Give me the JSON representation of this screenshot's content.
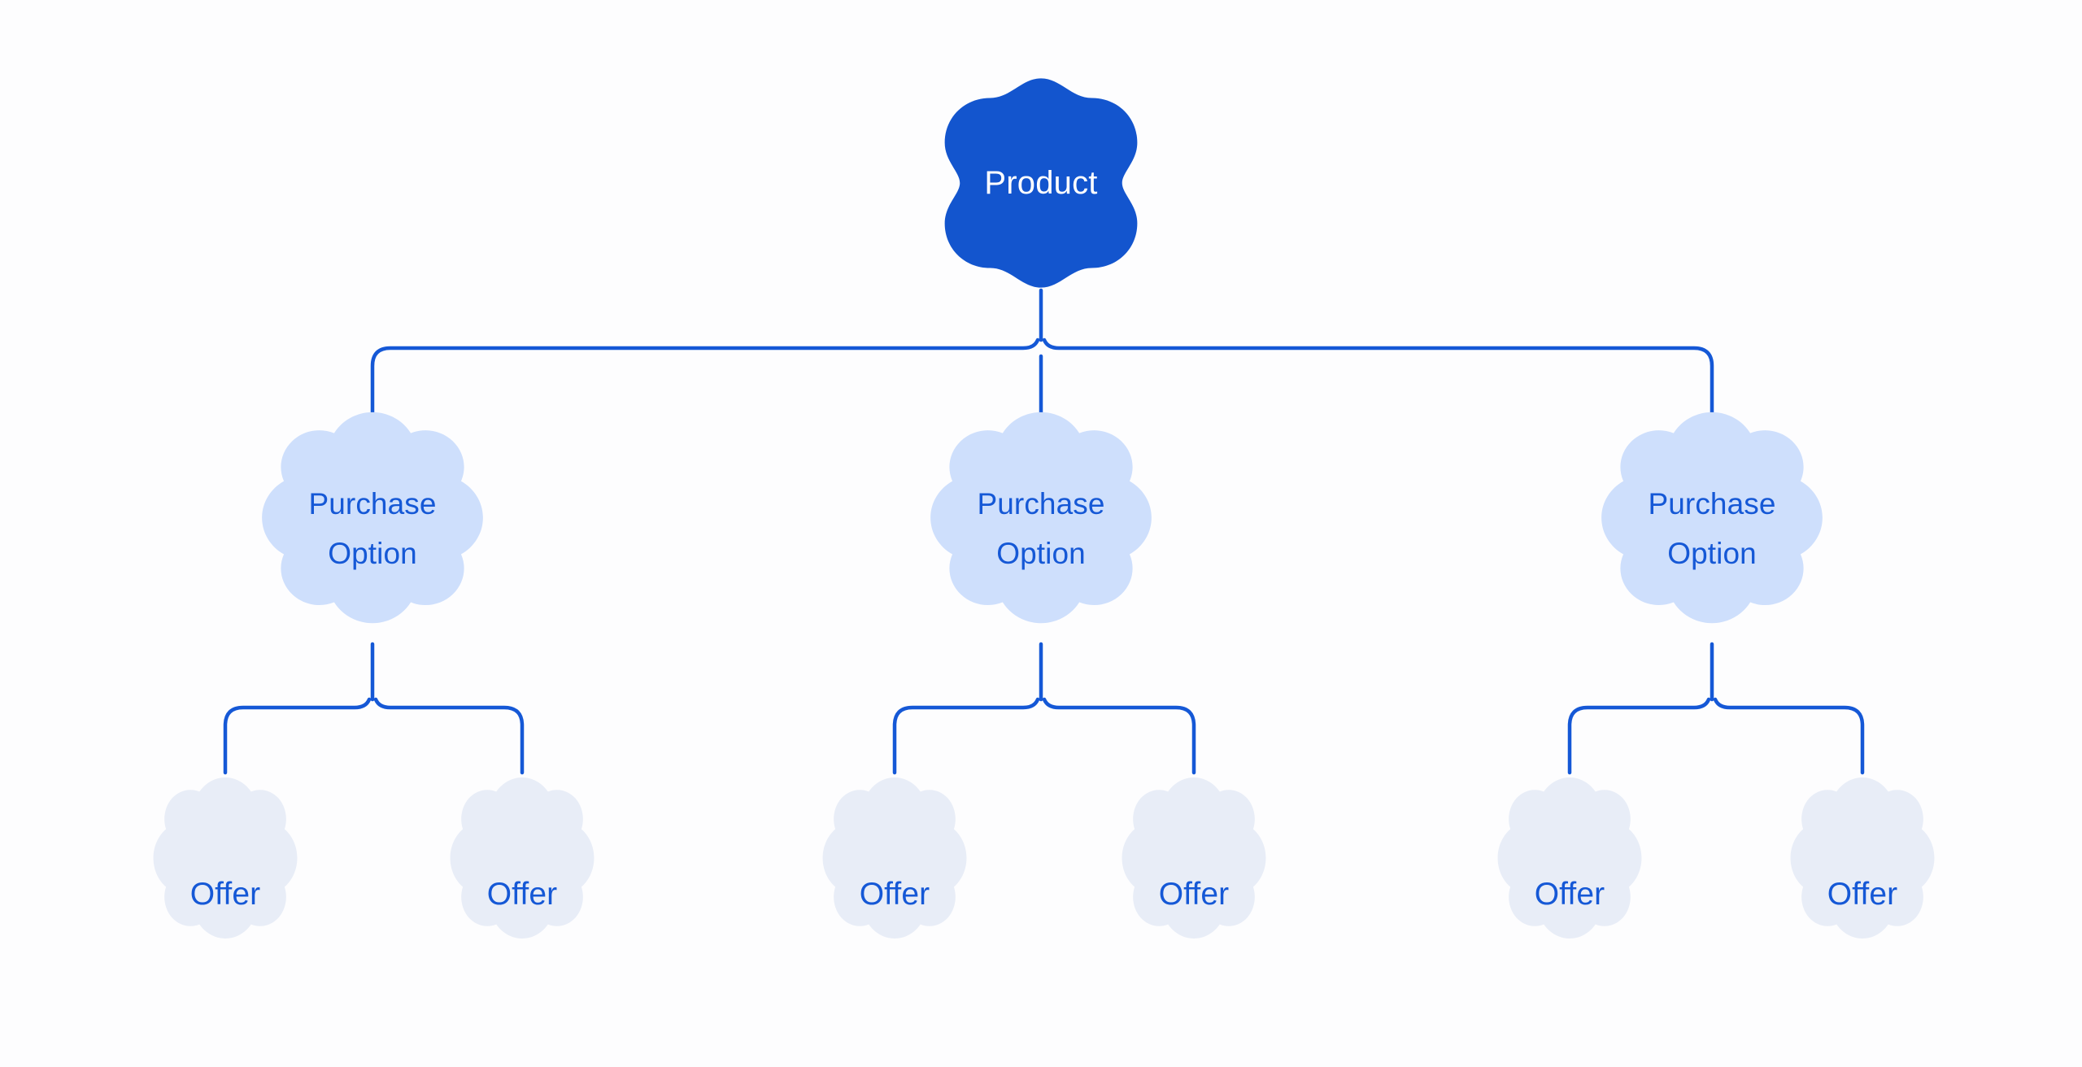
{
  "diagram": {
    "type": "hierarchy-tree",
    "title": "Product / Purchase Option / Offer hierarchy",
    "background_color": "#fdfdfe",
    "connector_color": "#1558d6",
    "levels": [
      {
        "level": 1,
        "name": "product",
        "shape": "four-lobed-blob",
        "fill_color": "#1355ce",
        "text_color": "#ffffff"
      },
      {
        "level": 2,
        "name": "purchase-option",
        "shape": "eight-lobed-flower",
        "fill_color": "#cedffc",
        "text_color": "#1558d6"
      },
      {
        "level": 3,
        "name": "offer",
        "shape": "twelve-lobed-scallop",
        "fill_color": "#e8edf7",
        "text_color": "#1558d6"
      }
    ],
    "root": {
      "label": "Product"
    },
    "options": [
      {
        "label": "Purchase\nOption"
      },
      {
        "label": "Purchase\nOption"
      },
      {
        "label": "Purchase\nOption"
      }
    ],
    "offers": [
      {
        "label": "Offer"
      },
      {
        "label": "Offer"
      },
      {
        "label": "Offer"
      },
      {
        "label": "Offer"
      },
      {
        "label": "Offer"
      },
      {
        "label": "Offer"
      }
    ]
  }
}
